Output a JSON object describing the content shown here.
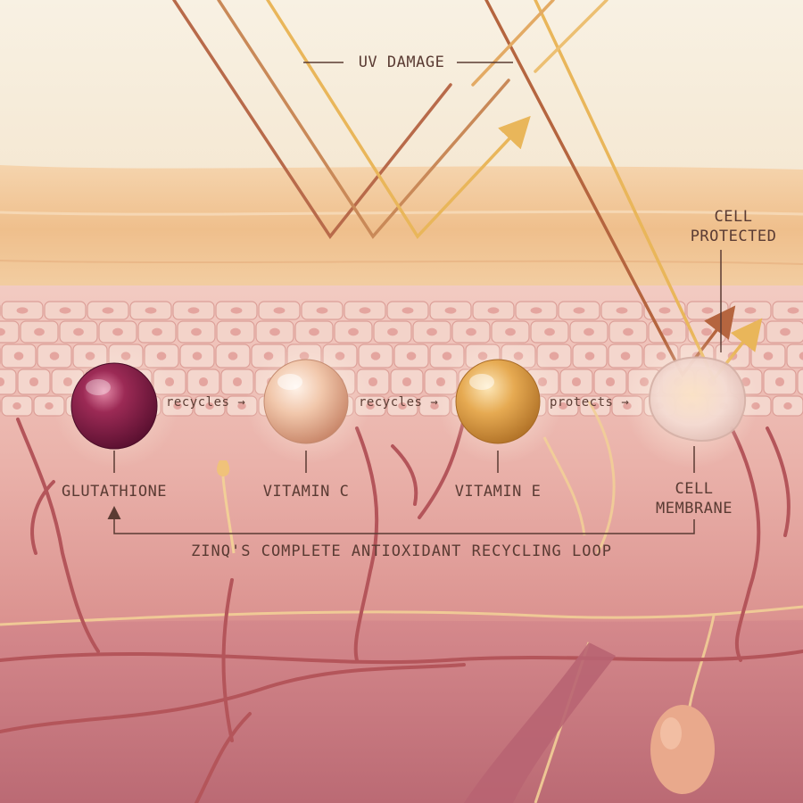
{
  "uv_label": "UV DAMAGE",
  "outcome_label_line1": "CELL",
  "outcome_label_line2": "PROTECTED",
  "molecules": [
    {
      "name": "GLUTATHIONE",
      "icon": "glutathione-sphere-icon",
      "color": "#7e1d43"
    },
    {
      "name": "VITAMIN C",
      "icon": "vitamin-c-sphere-icon",
      "color": "#efc2a6"
    },
    {
      "name": "VITAMIN E",
      "icon": "vitamin-e-sphere-icon",
      "color": "#e2a548"
    }
  ],
  "target": {
    "line1": "CELL",
    "line2": "MEMBRANE",
    "icon": "cell-membrane-icon"
  },
  "arrows": [
    "recycles →",
    "recycles →",
    "protects →"
  ],
  "loop_caption": "ZINQ'S COMPLETE ANTIOXIDANT RECYCLING LOOP",
  "colors": {
    "sky": "#f7efe0",
    "stratum": "#f2c99b",
    "epidermis": "#f1c8bd",
    "dermis": "#eab1a8",
    "vessel": "#b4555a",
    "uv_ray_dark": "#b5653f",
    "uv_ray_light": "#e9b65a",
    "text": "#5a3b33"
  }
}
